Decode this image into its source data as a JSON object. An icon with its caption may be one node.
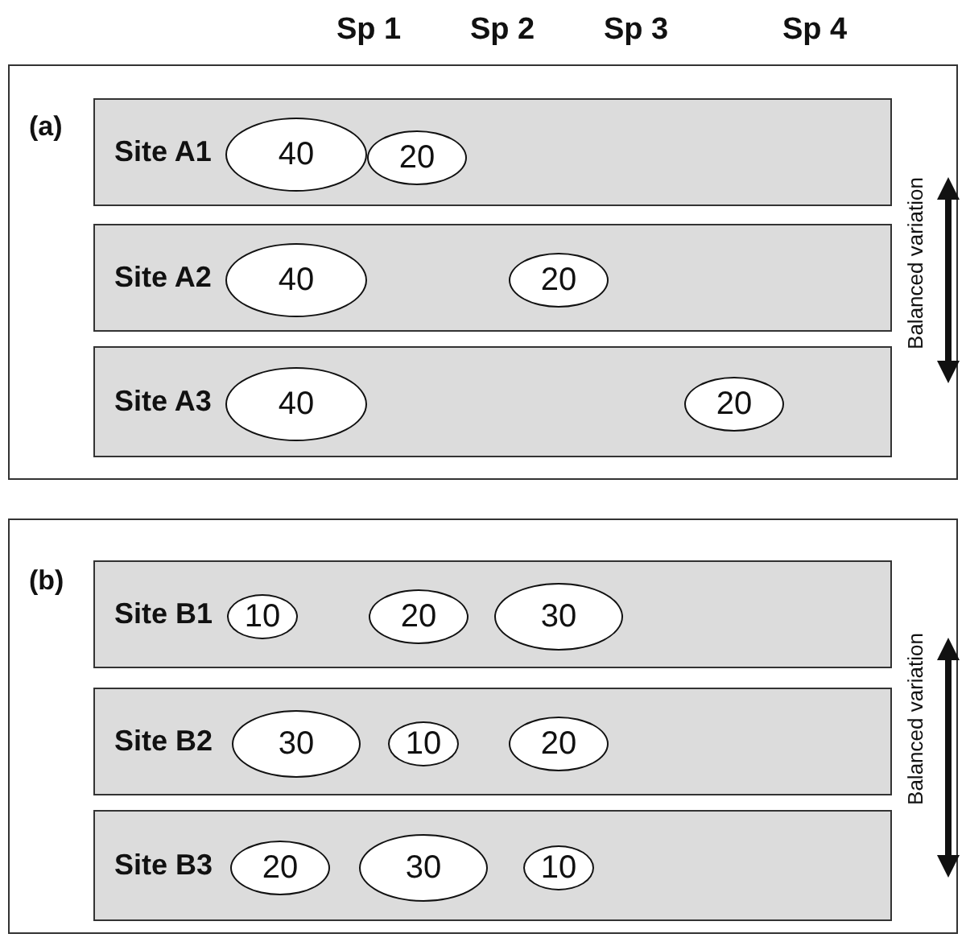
{
  "diagram": {
    "nodes": [
      {
        "text": [
          "(a)"
        ]
      },
      {
        "text": [
          "Site A1"
        ],
        "in": 0
      },
      {
        "text": [
          "40"
        ],
        "in": 1
      },
      {
        "text": [
          "20"
        ],
        "in": 1
      },
      {
        "text": [
          "Site A2"
        ],
        "in": 0
      },
      {
        "text": [
          "40"
        ],
        "in": 4
      },
      {
        "text": [
          "20"
        ],
        "in": 4
      },
      {
        "text": [
          "Site A3"
        ],
        "in": 0
      },
      {
        "text": [
          "40"
        ],
        "in": 7
      },
      {
        "text": [
          "20"
        ],
        "in": 7
      },
      {
        "text": [
          "(b)"
        ]
      },
      {
        "text": [
          "Site B1"
        ],
        "in": 10
      },
      {
        "text": [
          "10"
        ],
        "in": 11
      },
      {
        "text": [
          "20"
        ],
        "in": 11
      },
      {
        "text": [
          "30"
        ],
        "in": 11
      },
      {
        "text": [
          "Site B2"
        ],
        "in": 10
      },
      {
        "text": [
          "30"
        ],
        "in": 15
      },
      {
        "text": [
          "10"
        ],
        "in": 15
      },
      {
        "text": [
          "20"
        ],
        "in": 15
      },
      {
        "text": [
          "Site B3"
        ],
        "in": 10
      },
      {
        "text": [
          "20"
        ],
        "in": 19
      },
      {
        "text": [
          "30"
        ],
        "in": 19
      },
      {
        "text": [
          "10"
        ],
        "in": 19
      }
    ],
    "labels": [
      "Sp 1",
      "Sp 2",
      "Sp 3",
      "Sp 4",
      "Balanced variation",
      "Balanced variation"
    ]
  }
}
